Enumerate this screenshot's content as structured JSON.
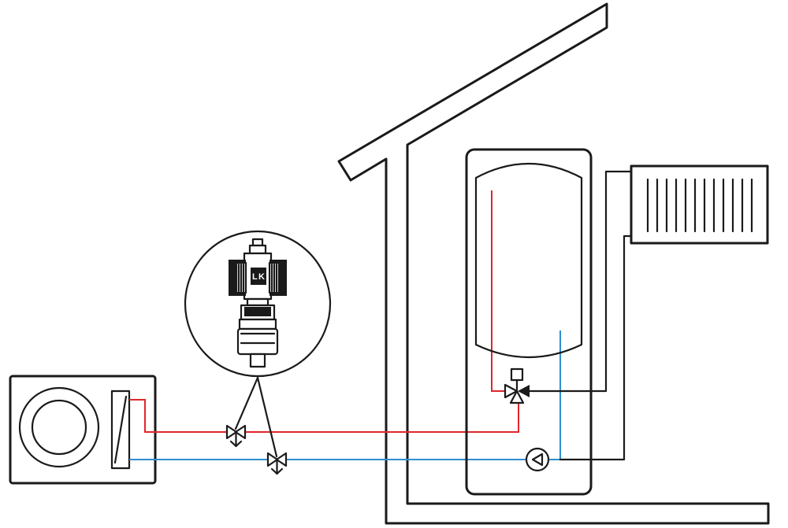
{
  "diagram": {
    "brand_mark": "LK",
    "colors": {
      "line": "#1a1a1a",
      "supply_hot": "#e0262b",
      "return_cold": "#2f8fcf",
      "background": "#ffffff"
    },
    "icons": [
      "house-outline",
      "heat-pump-unit",
      "fan-icon",
      "heat-exchanger-icon",
      "filter-valve-icon",
      "three-way-valve-icon",
      "valve-actuator-icon",
      "circulation-pump-icon",
      "hot-water-tank",
      "radiator-icon",
      "valve-detail-callout"
    ]
  }
}
